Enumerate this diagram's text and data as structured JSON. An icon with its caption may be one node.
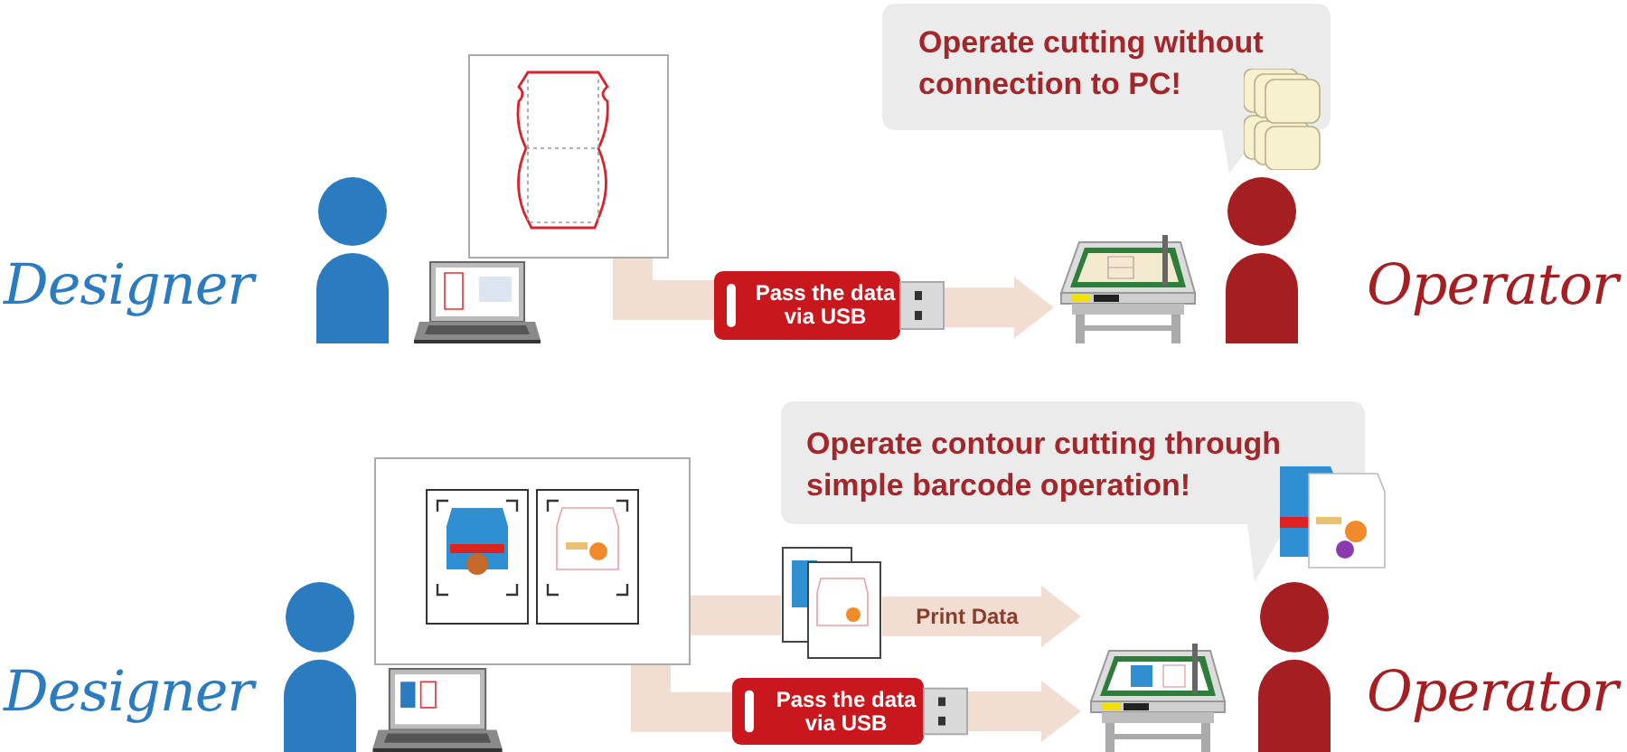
{
  "diagram": {
    "nodes": [
      {
        "text": [],
        "shape": "person",
        "beside": [
          "Designer"
        ]
      },
      {
        "text": [],
        "shape": "picture"
      },
      {
        "text": [],
        "shape": "picture"
      },
      {
        "text": [
          "Pass the data via USB"
        ]
      },
      {
        "text": [],
        "shape": "picture"
      },
      {
        "text": [],
        "shape": "person",
        "beside": [
          "Operator"
        ]
      },
      {
        "text": [
          "Operate cutting without connection to PC!"
        ]
      },
      {
        "text": [],
        "shape": "person",
        "beside": [
          "Designer"
        ]
      },
      {
        "text": [],
        "shape": "picture"
      },
      {
        "text": [],
        "shape": "picture"
      },
      {
        "text": [],
        "shape": "picture"
      },
      {
        "text": [
          "Pass the data via USB"
        ]
      },
      {
        "text": [],
        "shape": "picture"
      },
      {
        "text": [],
        "shape": "person",
        "beside": [
          "Operator"
        ]
      },
      {
        "text": [
          "Operate contour cutting through simple barcode operation!"
        ]
      }
    ],
    "edges": [
      {
        "from": 2,
        "to": 3,
        "arrow": "none"
      },
      {
        "from": 3,
        "to": 4,
        "arrow": "to"
      },
      {
        "from": 9,
        "to": 10,
        "arrow": "none"
      },
      {
        "from": 10,
        "to": 12,
        "arrow": "to",
        "label": "Print Data"
      },
      {
        "from": 9,
        "to": 11,
        "arrow": "none"
      },
      {
        "from": 11,
        "to": 12,
        "arrow": "to"
      }
    ]
  }
}
